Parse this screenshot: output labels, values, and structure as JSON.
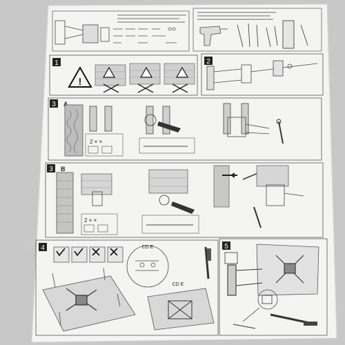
{
  "watermark": "nix.ru",
  "sections": {
    "s1": "1",
    "s2": "2",
    "s3a_num": "3",
    "s3a_letter": "A",
    "s3b_num": "3",
    "s3b_letter": "B",
    "s4": "4",
    "s5": "5"
  },
  "labels": {
    "qty_3a": "2 × ×",
    "qty_3b": "2 × ×",
    "cd_e_1": "CD E",
    "cd_e_2": "CD E"
  },
  "colors": {
    "paper": "#f4f4f2",
    "line": "#3a3a3a",
    "gray_fill": "#b8b8b8",
    "background": "#c9c9c9"
  }
}
